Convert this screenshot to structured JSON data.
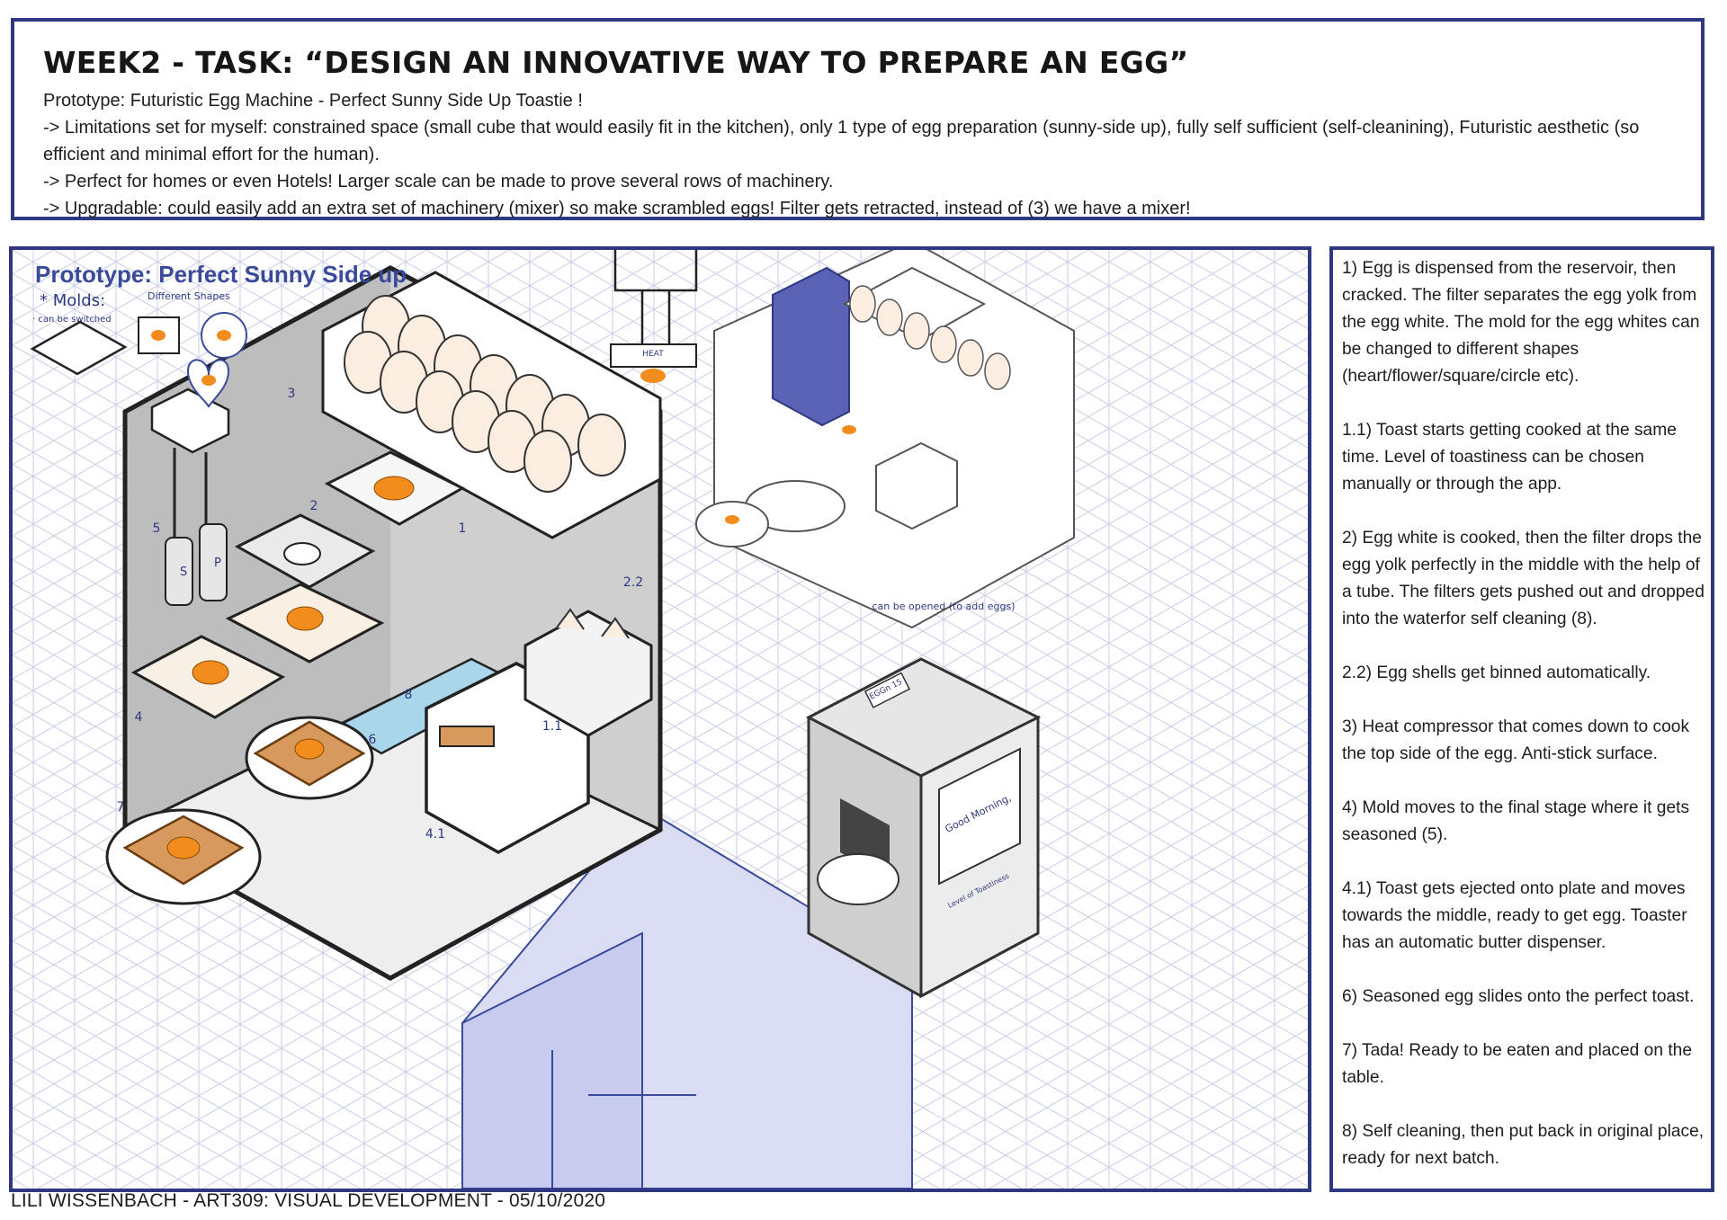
{
  "header": {
    "title": "WEEK2 - TASK: “DESIGN AN INNOVATIVE WAY TO PREPARE AN EGG”",
    "lines": [
      "Prototype: Futuristic Egg Machine - Perfect Sunny Side Up Toastie !",
      "-> Limitations set for myself: constrained space (small cube that would easily fit in the kitchen), only 1 type of egg preparation (sunny-side up), fully self sufficient (self-cleanining), Futuristic aesthetic (so efficient and minimal effort for the human).",
      "-> Perfect for homes or even Hotels! Larger scale can be made to prove several rows of machinery.",
      "-> Upgradable: could easily add an extra set of machinery (mixer) so make scrambled eggs! Filter gets retracted, instead of (3) we have a mixer!"
    ]
  },
  "drawing": {
    "title": "Prototype: Perfect Sunny Side up",
    "molds_label": "* Molds:",
    "molds_note": "· can be switched",
    "shapes_label": "Different Shapes",
    "heat_label": "HEAT",
    "open_note": "can be opened (to add eggs)",
    "display_label": "EGGn 15",
    "screen_text": "Good Morning,",
    "toastiness_label": "Level of Toastiness",
    "salt_label": "S",
    "pepper_label": "P",
    "step_labels": [
      "1",
      "2",
      "3",
      "4",
      "5",
      "6",
      "7",
      "8",
      "1.1",
      "2.2",
      "4.1"
    ]
  },
  "colors": {
    "frame": "#2e3880",
    "accent_blue": "#5a62b5",
    "yolk": "#f28c1c",
    "toast": "#d89a5c",
    "water": "#a9d6ea",
    "grid": "#c9cde6"
  },
  "steps": [
    "1) Egg is dispensed from the reservoir, then cracked. The filter separates the egg yolk from the egg white. The mold for the egg whites can be changed to different shapes (heart/flower/square/circle etc).",
    "1.1) Toast starts getting cooked at the same time. Level of toastiness can be chosen manually or through the app.",
    "2) Egg white is cooked, then the filter drops the egg yolk perfectly in the middle with the help of a tube. The filters gets pushed out and dropped into the waterfor self cleaning (8).",
    "2.2) Egg shells get binned automatically.",
    "3) Heat compressor that comes down to cook the top side of the egg. Anti-stick surface.",
    "4) Mold moves to the final stage where it gets seasoned (5).",
    "4.1) Toast gets ejected onto plate and moves towards the middle, ready to get egg. Toaster has an automatic butter dispenser.",
    "6) Seasoned egg slides onto the perfect toast.",
    "7) Tada! Ready to be eaten and placed on the table.",
    "8) Self cleaning, then put back in original place, ready for next batch."
  ],
  "footer": "LILI WISSENBACH - ART309: VISUAL DEVELOPMENT - 05/10/2020"
}
